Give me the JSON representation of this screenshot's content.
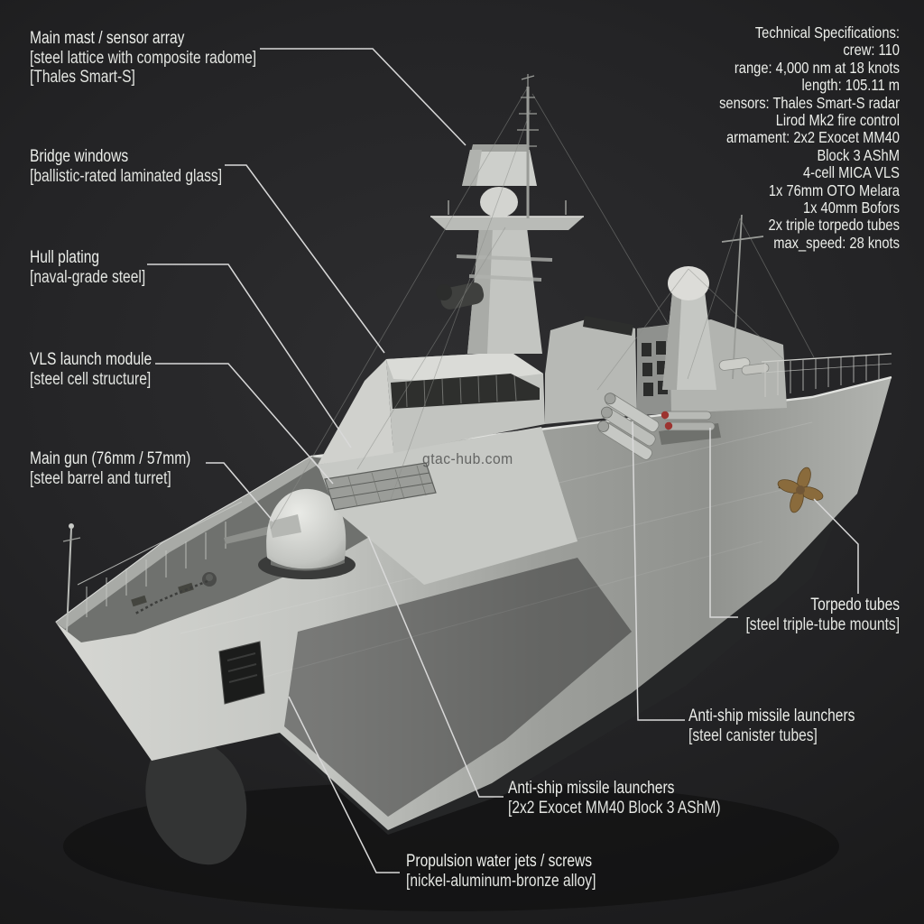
{
  "watermark": {
    "text": "gtac-hub.com"
  },
  "specs": {
    "title": "Technical Specifications:",
    "lines": [
      "crew: 110",
      "range: 4,000 nm at 18 knots",
      "length: 105.11 m",
      "sensors: Thales Smart-S radar",
      "Lirod Mk2 fire control",
      "armament: 2x2 Exocet MM40",
      "Block 3 AShM",
      "4-cell MICA VLS",
      "1x 76mm OTO Melara",
      "1x 40mm Bofors",
      "2x triple torpedo tubes",
      "max_speed: 28 knots"
    ]
  },
  "callouts": {
    "main_mast": {
      "title": "Main mast / sensor array",
      "lines": [
        "[steel lattice with composite radome]",
        "[Thales Smart-S]"
      ]
    },
    "bridge_windows": {
      "title": "Bridge windows",
      "lines": [
        "[ballistic-rated laminated glass]"
      ]
    },
    "hull_plating": {
      "title": "Hull plating",
      "lines": [
        "[naval-grade steel]"
      ]
    },
    "vls_module": {
      "title": "VLS launch module",
      "lines": [
        "[steel cell structure]"
      ]
    },
    "main_gun": {
      "title": "Main gun (76mm / 57mm)",
      "lines": [
        "[steel barrel and turret]"
      ]
    },
    "torpedo_tubes": {
      "title": "Torpedo tubes",
      "lines": [
        "[steel triple-tube mounts]"
      ]
    },
    "ashm_canisters": {
      "title": "Anti-ship missile launchers",
      "lines": [
        "[steel canister tubes]"
      ]
    },
    "ashm_exocet": {
      "title": "Anti-ship missile launchers",
      "lines": [
        "[2x2 Exocet MM40 Block 3 AShM)"
      ]
    },
    "propulsion": {
      "title": "Propulsion water jets / screws",
      "lines": [
        "[nickel-aluminum-bronze alloy]"
      ]
    }
  },
  "colors": {
    "background": "#232325",
    "label_text": "#eceeea",
    "leader_line": "#d9d9d9",
    "hull_light": "#cfd0cc",
    "hull_shadow": "#6f716e",
    "underwater_hull": "#2a2b2b",
    "radome_dome": "#dcdcd8",
    "propeller_bronze": "#8a6b3c",
    "torpedo_tip_red": "#9c3430",
    "watermark_gray": "#525452"
  }
}
